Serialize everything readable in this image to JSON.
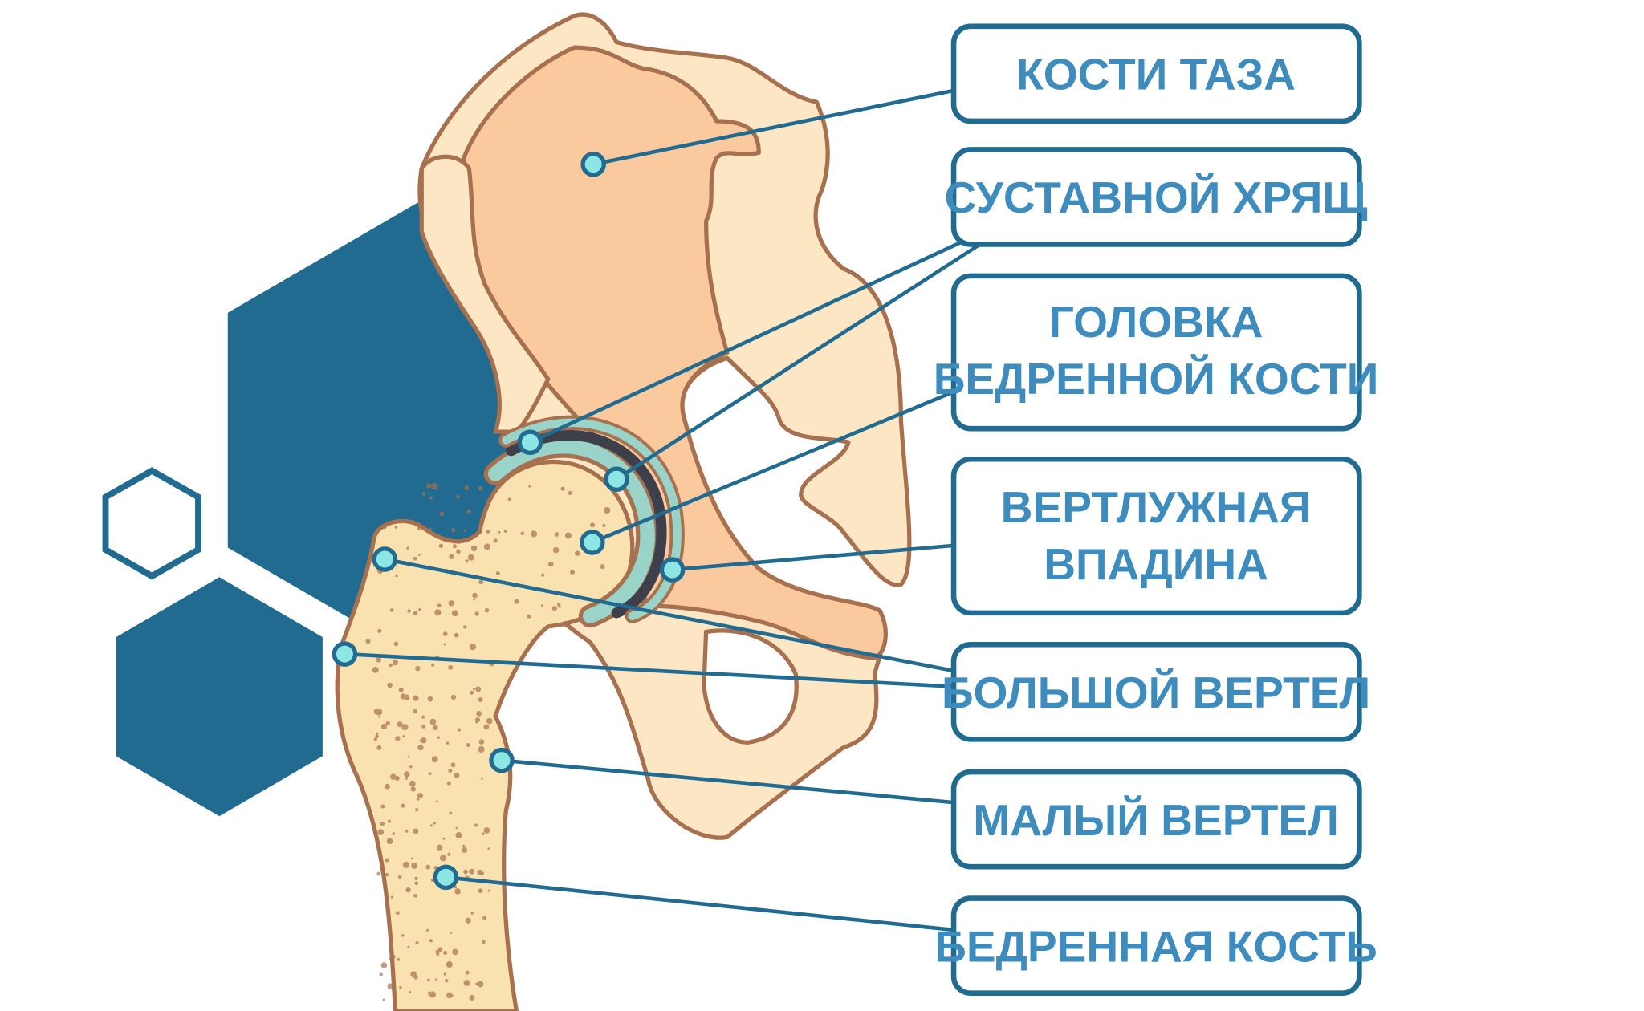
{
  "colors": {
    "dark_blue": "#226b90",
    "label_text": "#3e8bbd",
    "dot": "#8ee6e4",
    "bone_light": "#fce6c4",
    "bone_dark": "#fbc99e",
    "femur": "#f9e2b0",
    "outline": "#a7714f",
    "cartilage": "#9ad3c8",
    "gap": "#3d3f4a"
  },
  "labels": [
    {
      "id": "pelvis",
      "lines": [
        "КОСТИ ТАЗА"
      ]
    },
    {
      "id": "cartilage",
      "lines": [
        "СУСТАВНОЙ ХРЯЩ"
      ]
    },
    {
      "id": "femoral-head",
      "lines": [
        "ГОЛОВКА",
        "БЕДРЕННОЙ КОСТИ"
      ]
    },
    {
      "id": "acetabulum",
      "lines": [
        "ВЕРТЛУЖНАЯ",
        "ВПАДИНА"
      ]
    },
    {
      "id": "greater-trochanter",
      "lines": [
        "БОЛЬШОЙ ВЕРТЕЛ"
      ]
    },
    {
      "id": "lesser-trochanter",
      "lines": [
        "МАЛЫЙ ВЕРТЕЛ"
      ]
    },
    {
      "id": "femur",
      "lines": [
        "БЕДРЕННАЯ КОСТЬ"
      ]
    }
  ]
}
